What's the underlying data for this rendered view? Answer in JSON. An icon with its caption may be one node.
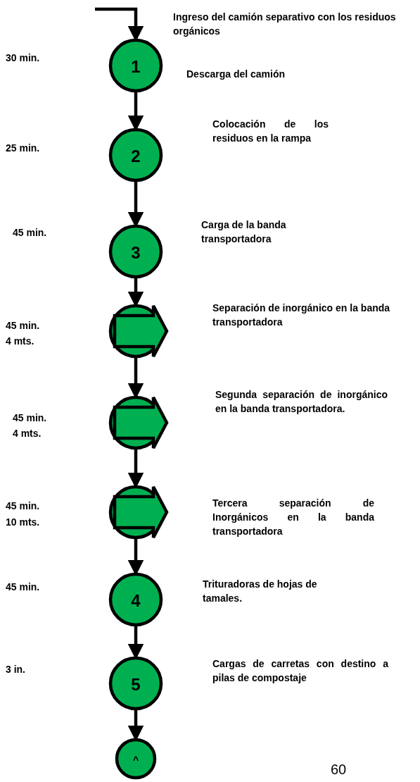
{
  "diagram": {
    "nodes": [
      {
        "text": [
          "1"
        ]
      },
      {
        "text": [
          "2"
        ]
      },
      {
        "text": [
          "3"
        ]
      },
      {
        "text": [],
        "shape": "arrow"
      },
      {
        "text": [],
        "shape": "arrow"
      },
      {
        "text": [],
        "shape": "arrow"
      },
      {
        "text": [
          "4"
        ]
      },
      {
        "text": [
          "5"
        ]
      },
      {
        "text": [
          "^"
        ]
      }
    ],
    "edges": [
      {
        "from": null,
        "to": 0,
        "arrow": "to"
      },
      {
        "from": 0,
        "to": 1,
        "arrow": "to"
      },
      {
        "from": 1,
        "to": 2,
        "arrow": "to"
      },
      {
        "from": 2,
        "to": 3,
        "arrow": "to"
      },
      {
        "from": 3,
        "to": 4,
        "arrow": "to"
      },
      {
        "from": 4,
        "to": 5,
        "arrow": "to"
      },
      {
        "from": 5,
        "to": 6,
        "arrow": "to"
      },
      {
        "from": 6,
        "to": 7,
        "arrow": "to"
      },
      {
        "from": 7,
        "to": 8,
        "arrow": "to"
      }
    ],
    "labels": [
      "Ingreso del camión separativo con los residuos orgánicos",
      "30 min.",
      "Descarga del camión",
      "Colocación de los residuos en la rampa",
      "25 min.",
      "Carga de la banda transportadora",
      "45 min.",
      "Separación de inorgánico en la banda transportadora",
      "45 min.",
      "4 mts.",
      "Segunda separación de inorgánico en la banda transportadora.",
      "45 min.",
      "4 mts.",
      "Tercera separación de Inorgánicos en la banda transportadora",
      "45 min.",
      "10 mts.",
      "Trituradoras de hojas de tamales.",
      "45 min.",
      "Cargas de carretas con destino a pilas de compostaje",
      "3 in.",
      "60"
    ]
  }
}
